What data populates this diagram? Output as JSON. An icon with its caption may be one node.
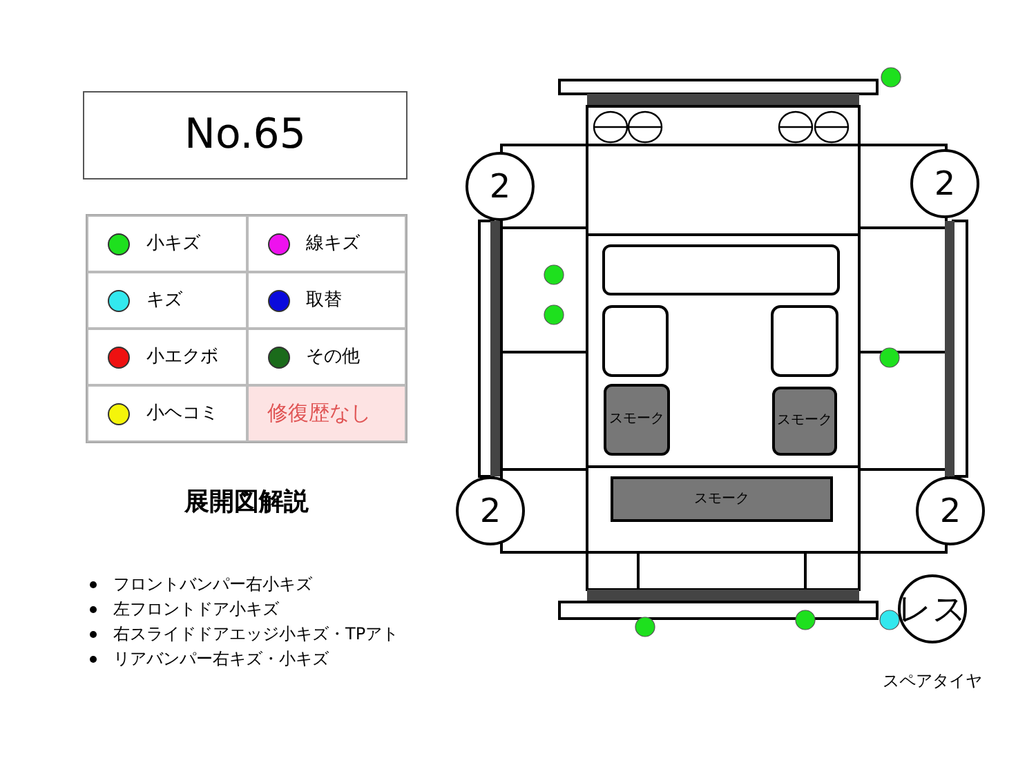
{
  "diagram": {
    "nodes": [
      {
        "text": [
          "No.65"
        ]
      },
      {
        "text": [
          "2"
        ]
      },
      {
        "text": [
          "2"
        ]
      },
      {
        "text": [
          "スモーク"
        ]
      },
      {
        "text": [
          "スモーク"
        ]
      },
      {
        "text": [
          "2"
        ]
      },
      {
        "text": [
          "スモーク"
        ]
      },
      {
        "text": [
          "2"
        ]
      },
      {
        "text": [
          "レス"
        ],
        "beside": [
          "スペアタイヤ"
        ]
      }
    ],
    "labels": [
      "修復歴なし",
      "展開図解説",
      "フロントバンパー右小キズ",
      "左フロントドア小キズ",
      "右スライドドアエッジ小キズ・TPアト",
      "リアバンパー右キズ・小キズ"
    ],
    "legend": [
      {
        "text": "小キズ",
        "color": "#1ee01e"
      },
      {
        "text": "線キズ",
        "color": "#ee11ee"
      },
      {
        "text": "キズ",
        "color": "#33e8ee"
      },
      {
        "text": "取替",
        "color": "#0a0adc"
      },
      {
        "text": "小エクボ",
        "color": "#ee1111"
      },
      {
        "text": "その他",
        "color": "#1b6b1b"
      },
      {
        "text": "小ヘコミ",
        "color": "#f5f50a"
      }
    ]
  }
}
